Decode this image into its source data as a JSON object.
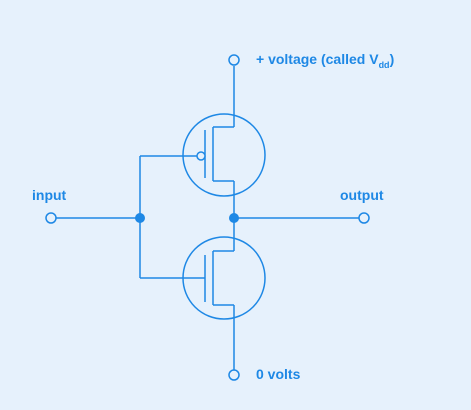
{
  "colors": {
    "background": "#e6f1fc",
    "line": "#1e88e5"
  },
  "labels": {
    "vdd_prefix": "+ voltage  (called V",
    "vdd_subscript": "dd",
    "vdd_suffix": ")",
    "input": "input",
    "output": "output",
    "ground": "0 volts"
  }
}
